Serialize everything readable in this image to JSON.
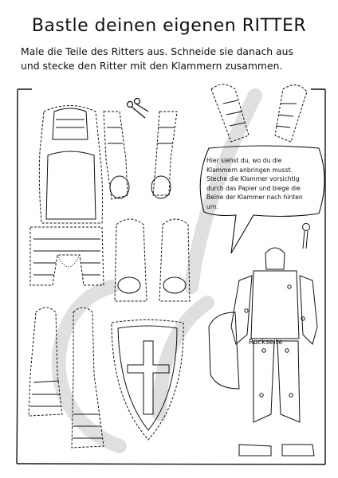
{
  "title": "Bastle deinen eigenen RITTER",
  "instructions": [
    "Male die Teile des Ritters aus. Schneide sie danach aus",
    "und stecke den Ritter mit den Klammern zusammen."
  ],
  "speech_bubble": [
    "Hier siehst du, wo du die",
    "Klammern anbringen musst.",
    "Steche die Klammer vorsichtig",
    "durch das Papier und biege die",
    "Beine der Klammer nach hinten",
    "um."
  ],
  "back_label": "Rückseite",
  "icons": [
    "scissors-icon",
    "brad-fastener-icon"
  ]
}
